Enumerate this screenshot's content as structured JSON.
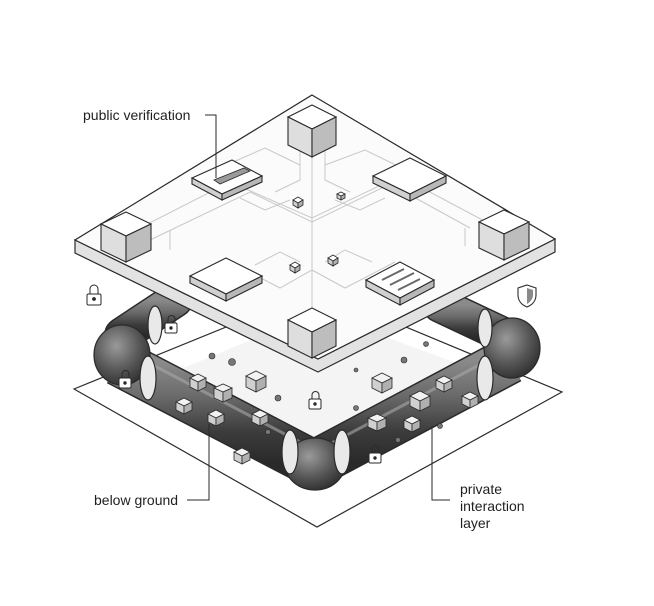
{
  "labels": {
    "public_verification": "public verification",
    "below_ground": "below ground",
    "private_interaction_layer": [
      "private",
      "interaction",
      "layer"
    ]
  },
  "icons": [
    "padlock-icon",
    "shield-icon",
    "cube-icon",
    "document-panel-icon",
    "pipe-joint-icon"
  ],
  "colors": {
    "ink": "#1f1f1f",
    "pipe_dark": "#3c3c3c",
    "pipe_mid": "#6a6a6a",
    "pipe_light": "#9a9a9a",
    "platform_top": "#fbfbfb",
    "platform_side": "#e2e2e2",
    "cube_top": "#ffffff",
    "cube_left": "#dedede",
    "cube_right": "#bdbdbd"
  }
}
